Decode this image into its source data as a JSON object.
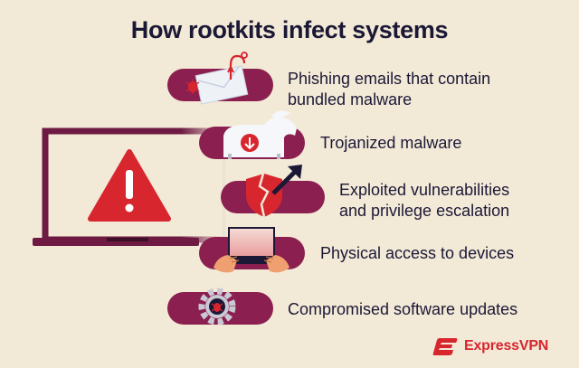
{
  "title": "How rootkits infect systems",
  "items": [
    {
      "lines": [
        "Phishing emails that contain",
        "bundled malware"
      ],
      "icon": "phishing-email-icon"
    },
    {
      "lines": [
        "Trojanized malware"
      ],
      "icon": "trojan-horse-icon"
    },
    {
      "lines": [
        "Exploited vulnerabilities",
        "and privilege escalation"
      ],
      "icon": "broken-shield-icon"
    },
    {
      "lines": [
        "Physical access to devices"
      ],
      "icon": "laptop-hands-icon"
    },
    {
      "lines": [
        "Compromised software updates"
      ],
      "icon": "gear-bug-icon"
    }
  ],
  "brand": {
    "name": "ExpressVPN",
    "color": "#d8262f"
  },
  "colors": {
    "pill": "#8b1f4f",
    "background": "#f3e9d7",
    "laptop": "#6e1a42",
    "warning": "#d8262f",
    "text": "#1b1836"
  },
  "warning_icon": "exclamation-warning-icon"
}
